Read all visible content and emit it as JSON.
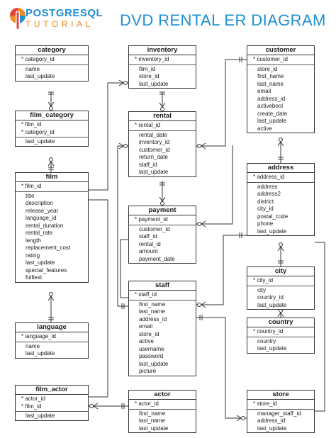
{
  "header": {
    "logo_top": "POSTGRESQL",
    "logo_bottom": "TUTORIAL",
    "title": "DVD RENTAL ER DIAGRAM"
  },
  "colors": {
    "accent_blue": "#1d8fd1",
    "accent_orange": "#f08a24",
    "accent_red": "#e0463a",
    "line": "#333333"
  },
  "tables": {
    "category": {
      "name": "category",
      "keys": [
        "* category_id"
      ],
      "columns": [
        "name",
        "last_update"
      ]
    },
    "film_category": {
      "name": "film_category",
      "keys": [
        "* film_id",
        "* category_id"
      ],
      "columns": [
        "last_update"
      ]
    },
    "film": {
      "name": "film",
      "keys": [
        "* film_id"
      ],
      "columns": [
        "title",
        "description",
        "release_year",
        "language_id",
        "rental_duration",
        "rental_rate",
        "length",
        "replacement_cost",
        "rating",
        "last_update",
        "special_features",
        "fulltext"
      ]
    },
    "language": {
      "name": "language",
      "keys": [
        "* language_id"
      ],
      "columns": [
        "name",
        "last_update"
      ]
    },
    "film_actor": {
      "name": "film_actor",
      "keys": [
        "* actor_id",
        "* film_id"
      ],
      "columns": [
        "last_update"
      ]
    },
    "inventory": {
      "name": "inventory",
      "keys": [
        "* inventory_id"
      ],
      "columns": [
        "film_id",
        "store_id",
        "last_update"
      ]
    },
    "rental": {
      "name": "rental",
      "keys": [
        "* rental_id"
      ],
      "columns": [
        "rental_date",
        "inventory_id",
        "customer_id",
        "return_date",
        "staff_id",
        "last_update"
      ]
    },
    "payment": {
      "name": "payment",
      "keys": [
        "* payment_id"
      ],
      "columns": [
        "customer_id",
        "staff_id",
        "rental_id",
        "amount",
        "payment_date"
      ]
    },
    "staff": {
      "name": "staff",
      "keys": [
        "* staff_id"
      ],
      "columns": [
        "first_name",
        "last_name",
        "address_id",
        "email",
        "store_id",
        "active",
        "username",
        "password",
        "last_update",
        "picture"
      ]
    },
    "actor": {
      "name": "actor",
      "keys": [
        "* actor_id"
      ],
      "columns": [
        "first_name",
        "last_name",
        "last_update"
      ]
    },
    "customer": {
      "name": "customer",
      "keys": [
        "* customer_id"
      ],
      "columns": [
        "store_id",
        "first_name",
        "last_name",
        "email",
        "address_id",
        "activebool",
        "create_date",
        "last_update",
        "active"
      ]
    },
    "address": {
      "name": "address",
      "keys": [
        "* address_id"
      ],
      "columns": [
        "address",
        "address2",
        "district",
        "city_id",
        "postal_code",
        "phone",
        "last_update"
      ]
    },
    "city": {
      "name": "city",
      "keys": [
        "* city_id"
      ],
      "columns": [
        "city",
        "country_id",
        "last_update"
      ]
    },
    "country": {
      "name": "country",
      "keys": [
        "* country_id"
      ],
      "columns": [
        "country",
        "last_update"
      ]
    },
    "store": {
      "name": "store",
      "keys": [
        "* store_id"
      ],
      "columns": [
        "manager_staff_id",
        "address_id",
        "last_update"
      ]
    }
  }
}
